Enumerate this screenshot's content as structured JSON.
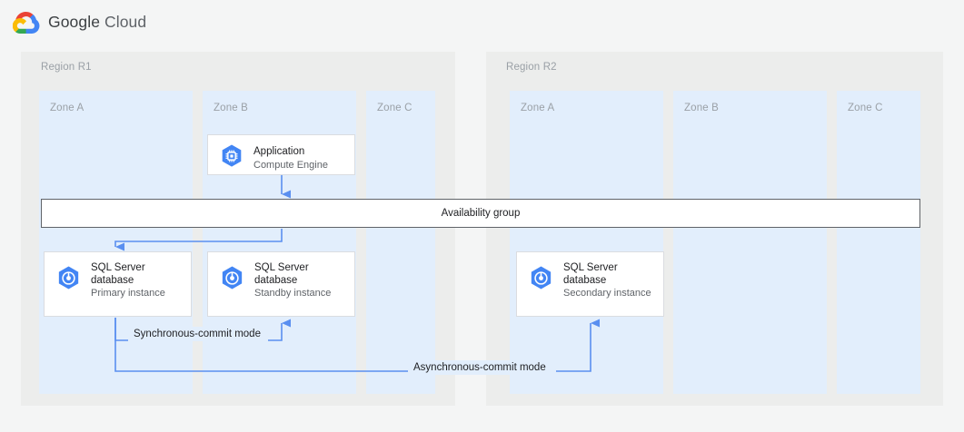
{
  "brand": {
    "logo_icon": "google-cloud-logo-icon",
    "google": "Google",
    "cloud": "Cloud"
  },
  "colors": {
    "page_background": "#f4f5f5",
    "region_background": "#ecedec",
    "zone_background": "#e2eefc",
    "connector_blue": "#5a8ff0",
    "icon_blue": "#4285f4",
    "card_border": "#dadce0",
    "bar_border": "#5f6368",
    "label_gray": "#9aa0a6",
    "text_primary": "#202124",
    "text_secondary": "#5f6368",
    "logo_red": "#ea4335",
    "logo_yellow": "#fbbc04",
    "logo_green": "#34a853",
    "logo_blue": "#4285f4"
  },
  "diagram": {
    "type": "architecture-diagram",
    "regions": [
      {
        "id": "r1",
        "label": "Region R1",
        "zones": [
          {
            "id": "r1-zone-a",
            "label": "Zone A"
          },
          {
            "id": "r1-zone-b",
            "label": "Zone B"
          },
          {
            "id": "r1-zone-c",
            "label": "Zone C"
          }
        ]
      },
      {
        "id": "r2",
        "label": "Region R2",
        "zones": [
          {
            "id": "r2-zone-a",
            "label": "Zone A"
          },
          {
            "id": "r2-zone-b",
            "label": "Zone B"
          },
          {
            "id": "r2-zone-c",
            "label": "Zone C"
          }
        ]
      }
    ],
    "nodes": [
      {
        "id": "application",
        "title": "Application",
        "subtitle": "Compute Engine",
        "icon": "compute-engine-icon",
        "region": "Region R1",
        "zone": "Zone B"
      },
      {
        "id": "db-primary",
        "title": "SQL Server\ndatabase",
        "subtitle": "Primary instance",
        "icon": "sql-server-database-icon",
        "region": "Region R1",
        "zone": "Zone A"
      },
      {
        "id": "db-standby",
        "title": "SQL Server\ndatabase",
        "subtitle": "Standby instance",
        "icon": "sql-server-database-icon",
        "region": "Region R1",
        "zone": "Zone B"
      },
      {
        "id": "db-secondary",
        "title": "SQL Server\ndatabase",
        "subtitle": "Secondary instance",
        "icon": "sql-server-database-icon",
        "region": "Region R2",
        "zone": "Zone A"
      }
    ],
    "availability_group": {
      "label": "Availability group"
    },
    "connections": [
      {
        "id": "app-to-availability-group",
        "from": "application",
        "to": "availability-group",
        "label": ""
      },
      {
        "id": "availability-group-to-primary",
        "from": "availability-group",
        "to": "db-primary",
        "label": ""
      },
      {
        "id": "primary-to-standby",
        "from": "db-primary",
        "to": "db-standby",
        "label": "Synchronous-commit mode"
      },
      {
        "id": "primary-to-secondary",
        "from": "db-primary",
        "to": "db-secondary",
        "label": "Asynchronous-commit mode"
      }
    ]
  }
}
